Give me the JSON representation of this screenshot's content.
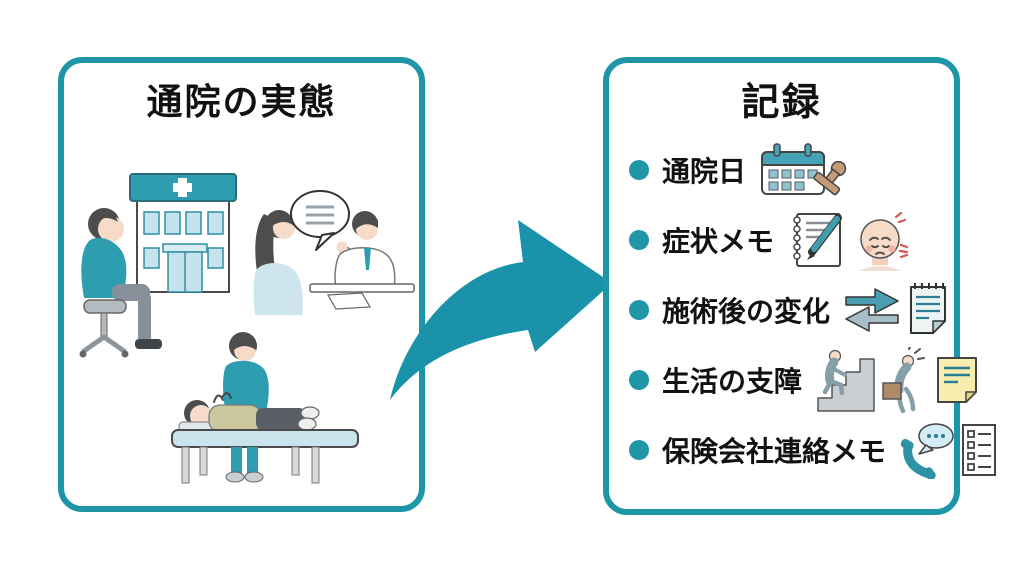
{
  "colors": {
    "background": "#ffffff",
    "panel_border": "#1e96a8",
    "arrow": "#1a93aa",
    "bullet": "#1e96a8",
    "text": "#111111",
    "teal_main": "#2e9db0",
    "teal_light": "#c5e3ec",
    "skin": "#f6dcc8",
    "hair": "#4d4d4d",
    "gray": "#9aa3a9",
    "note_yellow": "#f6edaf",
    "stamp_brown": "#c49a77",
    "pain_red": "#d9534f"
  },
  "left_panel": {
    "title": "通院の実態",
    "illustrations": [
      "waiting-patient-on-stool",
      "hospital-building",
      "doctor-consultation",
      "manual-treatment"
    ]
  },
  "arrow": {
    "name": "flow-arrow",
    "direction": "up-right",
    "color": "#1a93aa"
  },
  "right_panel": {
    "title": "記録",
    "items": [
      {
        "label": "通院日",
        "icons": [
          "calendar-stamp-icon"
        ]
      },
      {
        "label": "症状メモ",
        "icons": [
          "notebook-pen-icon",
          "pained-face-icon"
        ]
      },
      {
        "label": "施術後の変化",
        "icons": [
          "two-way-arrows-icon",
          "notepad-icon"
        ]
      },
      {
        "label": "生活の支障",
        "icons": [
          "stairs-climb-icon",
          "box-carry-icon",
          "sticky-note-icon"
        ]
      },
      {
        "label": "保険会社連絡メモ",
        "icons": [
          "phone-speech-icon",
          "checklist-icon"
        ]
      }
    ]
  }
}
